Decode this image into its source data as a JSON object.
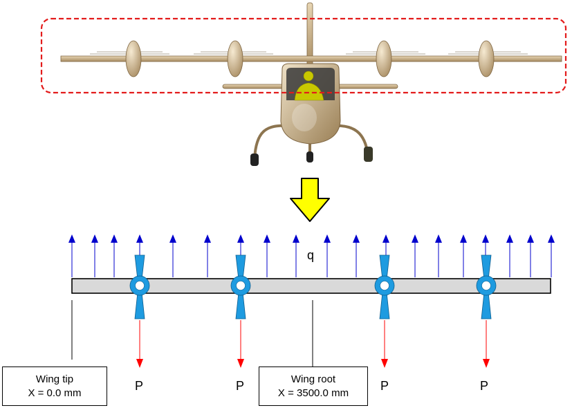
{
  "labels": {
    "q": "q",
    "p": "P",
    "tip_title": "Wing tip",
    "tip_value": "X = 0.0 mm",
    "root_title": "Wing root",
    "root_value": "X = 3500.0 mm"
  },
  "colors": {
    "dashed_box": "#e31b1b",
    "arrow_down": "#ffff00",
    "lift_arrow": "#0000cc",
    "load_arrow": "#ff0000",
    "motor": "#1e9be0",
    "beam": "#d9d9d9",
    "airframe": "#c8b08a",
    "pilot": "#c8c800"
  }
}
